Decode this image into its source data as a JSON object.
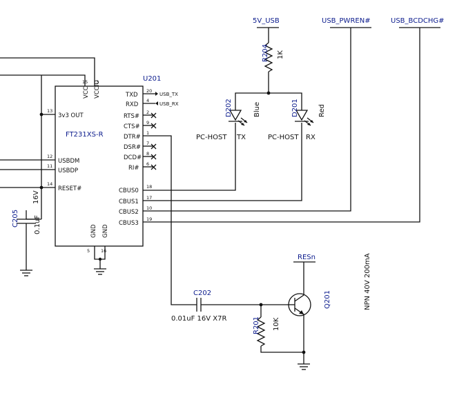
{
  "ic": {
    "ref": "U201",
    "part": "FT231XS-R",
    "pins": {
      "vcc": "VCC",
      "vccio": "VCCIO",
      "v3out": "3v3 OUT",
      "usbdm": "USBDM",
      "usbdp": "USBDP",
      "reset": "RESET#",
      "gnd1": "GND",
      "gnd2": "GND",
      "txd": "TXD",
      "rxd": "RXD",
      "rts": "RTS#",
      "cts": "CTS#",
      "dtr": "DTR#",
      "dsr": "DSR#",
      "dcd": "DCD#",
      "ri": "RI#",
      "cbus0": "CBUS0",
      "cbus1": "CBUS1",
      "cbus2": "CBUS2",
      "cbus3": "CBUS3"
    },
    "pin_numbers": {
      "vcc": "15",
      "vccio": "3",
      "v3out": "13",
      "usbdm": "12",
      "usbdp": "11",
      "reset": "14",
      "gnd1": "5",
      "gnd2": "16",
      "txd": "20",
      "rxd": "4",
      "rts": "2",
      "cts": "9",
      "dtr": "1",
      "dsr": "7",
      "dcd": "8",
      "ri": "6",
      "cbus0": "18",
      "cbus1": "17",
      "cbus2": "10",
      "cbus3": "19"
    }
  },
  "nets": {
    "usb_tx": "USB_TX",
    "usb_rx": "USB_RX",
    "v5_usb": "5V_USB",
    "usb_pwren": "USB_PWREN#",
    "usb_bcdchg": "USB_BCDCHG#",
    "res": "RESn"
  },
  "components": {
    "r204": {
      "ref": "R204",
      "value": "1K"
    },
    "d202": {
      "ref": "D202",
      "color": "Blue",
      "note1": "PC-HOST",
      "note2": "TX"
    },
    "d201": {
      "ref": "D201",
      "color": "Red",
      "note1": "PC-HOST",
      "note2": "RX"
    },
    "c205": {
      "ref": "C205",
      "value": "0.1uF",
      "voltage": "16V"
    },
    "c202": {
      "ref": "C202",
      "value": "0.01uF 16V X7R"
    },
    "r201": {
      "ref": "R201",
      "value": "10K"
    },
    "q201": {
      "ref": "Q201",
      "value": "NPN 40V 200mA"
    }
  }
}
